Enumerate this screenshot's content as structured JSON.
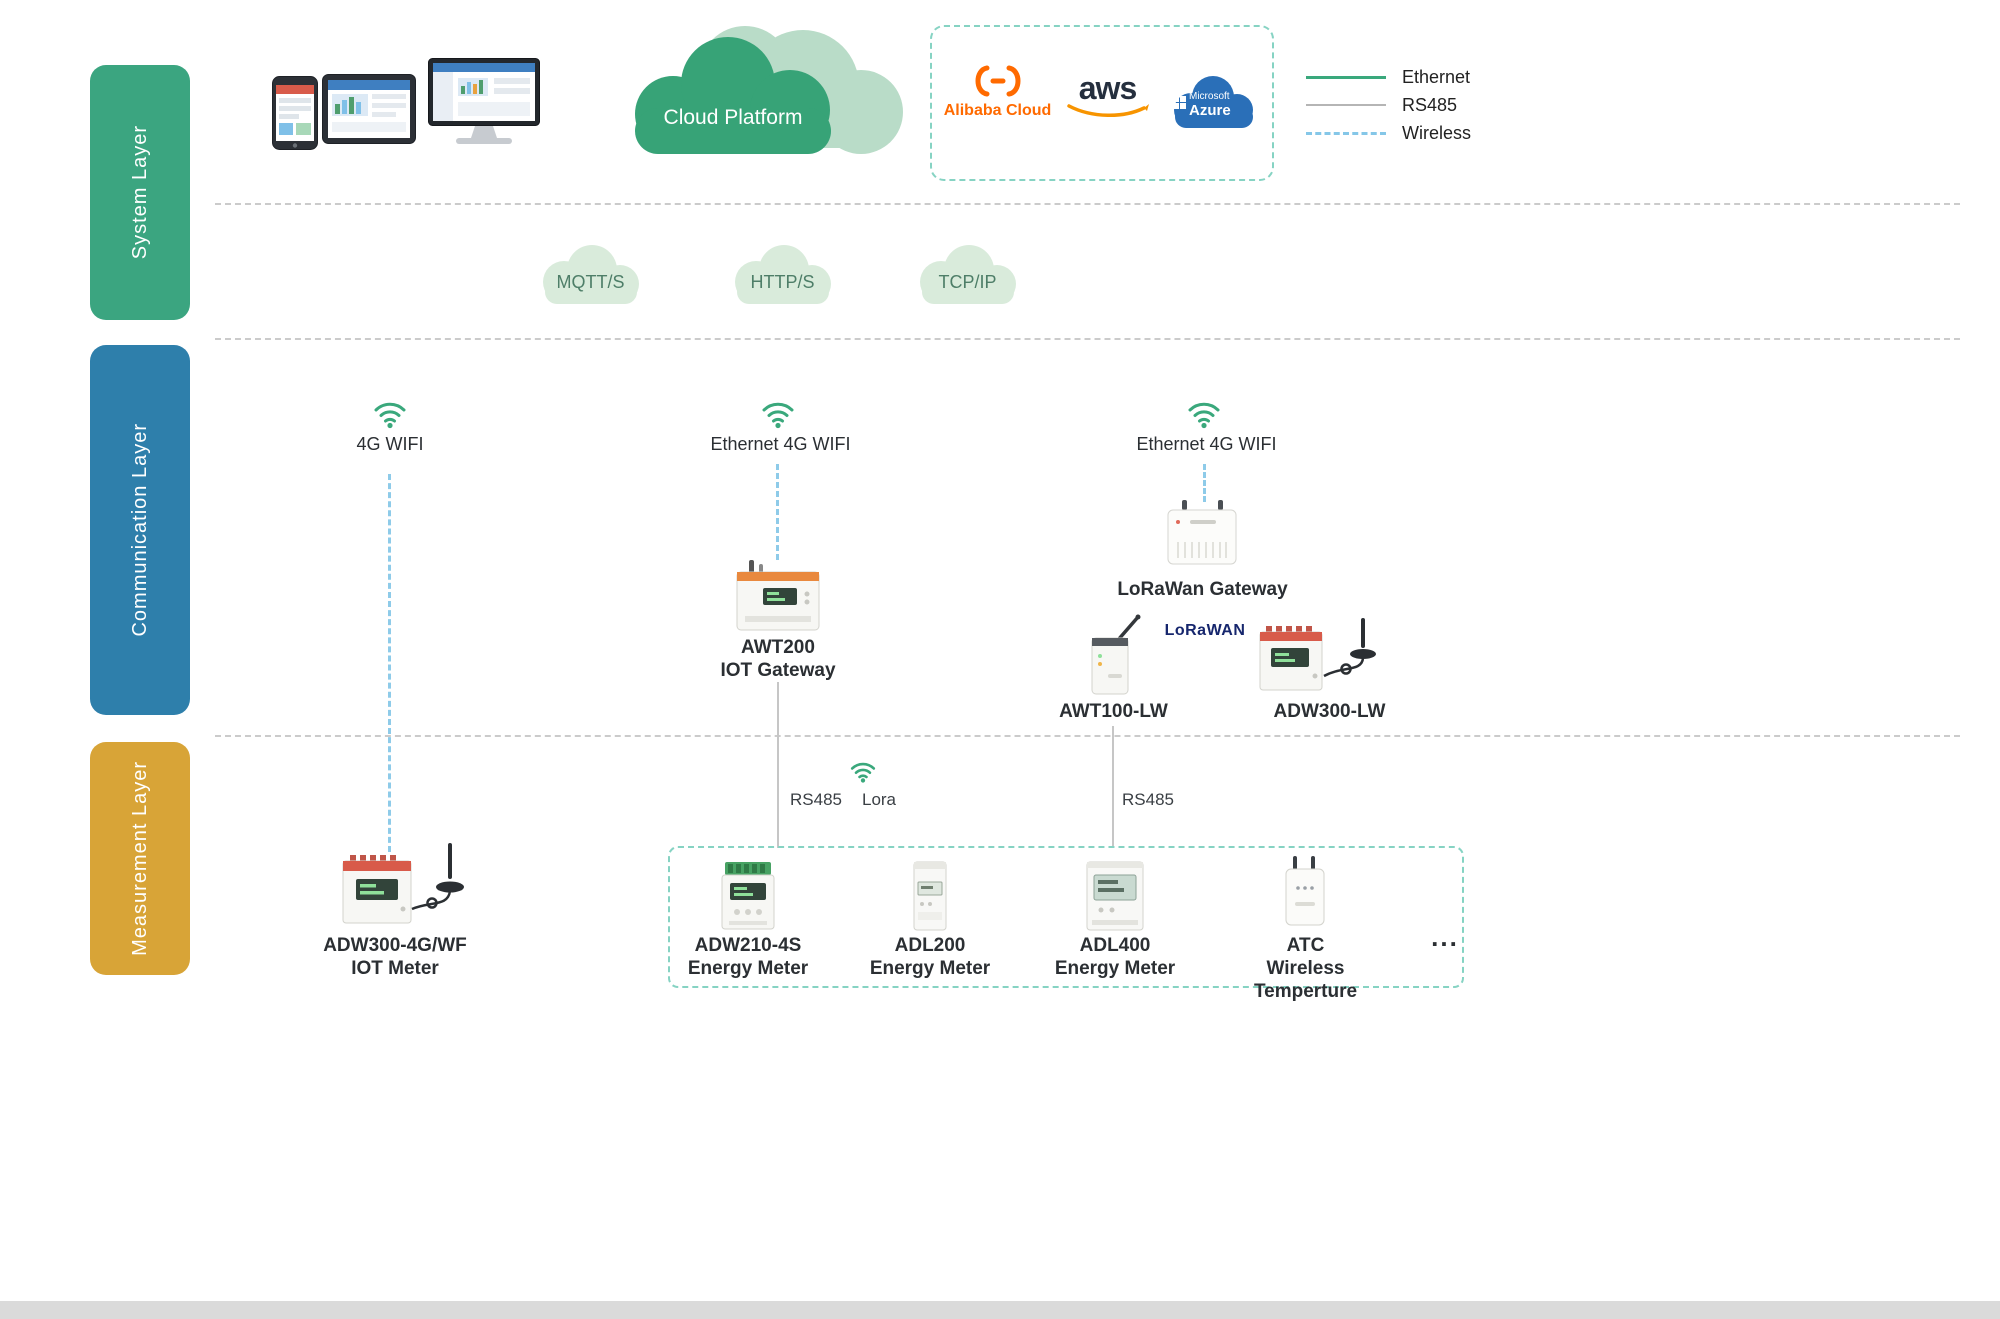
{
  "layers": {
    "system": "System Layer",
    "communication": "Communication Layer",
    "measurement": "Measurement Layer"
  },
  "system_layer": {
    "cloud_platform": "Cloud Platform",
    "providers": {
      "alibaba": "Alibaba Cloud",
      "aws": "aws",
      "azure_brand": "Microsoft",
      "azure_name": "Azure"
    },
    "protocols": [
      "MQTT/S",
      "HTTP/S",
      "TCP/IP"
    ]
  },
  "legend": [
    "Ethernet",
    "RS485",
    "Wireless"
  ],
  "communication_layer": {
    "wifi_labels": [
      "4G WIFI",
      "Ethernet 4G WIFI",
      "Ethernet 4G WIFI"
    ],
    "awt200": {
      "name": "AWT200",
      "subtitle": "IOT Gateway"
    },
    "lorawan_gateway": "LoRaWan Gateway",
    "lorawan_logo": "LoRaWAN",
    "awt100": "AWT100-LW",
    "adw300_lw": "ADW300-LW"
  },
  "connections": {
    "rs485_label": "RS485",
    "lora_label": "Lora",
    "rs485_only_label": "RS485"
  },
  "measurement_layer": {
    "iot_meter": {
      "name": "ADW300-4G/WF",
      "subtitle": "IOT Meter"
    },
    "devices": [
      {
        "name": "ADW210-4S",
        "subtitle": "Energy Meter"
      },
      {
        "name": "ADL200",
        "subtitle": "Energy Meter"
      },
      {
        "name": "ADL400",
        "subtitle": "Energy Meter"
      },
      {
        "name": "ATC",
        "subtitle": "Wireless Temperture"
      }
    ],
    "more": "..."
  },
  "colors": {
    "ethernet_green": "#3aa87c",
    "rs485_gray": "#c6c6c6",
    "wireless_blue": "#8ecbe9",
    "layer_system": "#3ba580",
    "layer_communication": "#2e7fab",
    "layer_measurement": "#d8a437",
    "dashed_box_teal": "#86d3c3"
  }
}
